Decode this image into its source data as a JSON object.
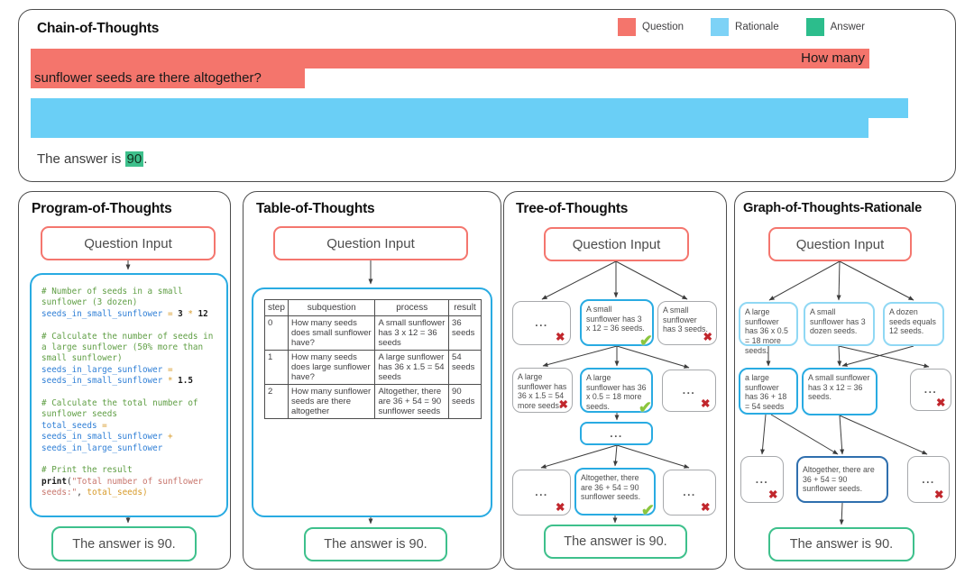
{
  "colors": {
    "question_red": "#f4756c",
    "rationale_blue": "#6acff6",
    "answer_green": "#3ec08c",
    "node_blue": "#29abe2",
    "node_light_blue": "#90d8f4",
    "node_dark_blue": "#2f6fae",
    "node_gray": "#a7a9ac",
    "cross_red": "#c1272d",
    "check_green": "#8cc63f"
  },
  "icons": {
    "cross": "✖",
    "check": "✔"
  },
  "cot": {
    "title": "Chain-of-Thoughts",
    "legend": {
      "question": "Question",
      "rationale": "Rationale",
      "answer": "Answer"
    },
    "q1": "How many",
    "q2": "sunflower seeds are there altogether?",
    "answer_prefix": "The answer is ",
    "answer_value": "90",
    "answer_period": "."
  },
  "pot": {
    "title": "Program-of-Thoughts",
    "question_input": "Question Input",
    "answer": "The answer is 90.",
    "code": [
      [
        {
          "t": "# Number of seeds in a small"
        }
      ],
      [
        {
          "t": "sunflower (3 dozen)"
        }
      ],
      [
        {
          "t": "seeds_in_small_sunflower "
        },
        {
          "t": "= "
        },
        {
          "t": "3 "
        },
        {
          "t": "* "
        },
        {
          "t": "12"
        }
      ],
      [],
      [
        {
          "t": "# Calculate the number of seeds in"
        }
      ],
      [
        {
          "t": "a large sunflower (50% more than"
        }
      ],
      [
        {
          "t": "small sunflower)"
        }
      ],
      [
        {
          "t": "seeds_in_large_sunflower "
        },
        {
          "t": "="
        }
      ],
      [
        {
          "t": "seeds_in_small_sunflower "
        },
        {
          "t": "* "
        },
        {
          "t": "1.5"
        }
      ],
      [],
      [
        {
          "t": "# Calculate the total number of"
        }
      ],
      [
        {
          "t": "sunflower seeds"
        }
      ],
      [
        {
          "t": "total_seeds "
        },
        {
          "t": "="
        }
      ],
      [
        {
          "t": "seeds_in_small_sunflower "
        },
        {
          "t": "+"
        }
      ],
      [
        {
          "t": "seeds_in_large_sunflower"
        }
      ],
      [],
      [
        {
          "t": "# Print the result"
        }
      ],
      [
        {
          "t": "print"
        },
        {
          "t": "("
        },
        {
          "t": "\"Total number of sunflower"
        }
      ],
      [
        {
          "t": "seeds:\""
        },
        {
          "t": ", "
        },
        {
          "t": "total_seeds"
        },
        {
          "t": ")"
        }
      ]
    ]
  },
  "table_panel": {
    "title": "Table-of-Thoughts",
    "question_input": "Question Input",
    "answer": "The answer is 90.",
    "table": {
      "headers": [
        "step",
        "subquestion",
        "process",
        "result"
      ],
      "rows": [
        [
          "0",
          "How many seeds does small sunflower have?",
          "A small sunflower has 3 x 12 = 36 seeds",
          "36 seeds"
        ],
        [
          "1",
          "How many seeds does large sunflower have?",
          "A large sunflower has 36 x 1.5 = 54 seeds",
          "54 seeds"
        ],
        [
          "2",
          "How many sunflower seeds are there altogether",
          "Altogether, there are 36 + 54 = 90 sunflower seeds",
          "90 seeds"
        ]
      ]
    }
  },
  "tree_panel": {
    "title": "Tree-of-Thoughts",
    "question_input": "Question Input",
    "answer": "The answer is 90.",
    "r1": [
      "...",
      "A small sunflower has 3 x 12 = 36 seeds.",
      "A small sunflower has 3 seeds."
    ],
    "r2": [
      "A large sunflower has 36 x 1.5 = 54 more seeds.",
      "A large sunflower has 36 x 0.5 = 18 more seeds.",
      "..."
    ],
    "dots": "...",
    "r3": [
      "...",
      "Altogether, there are 36 + 54 = 90 sunflower seeds.",
      "..."
    ]
  },
  "graph_panel": {
    "title": "Graph-of-Thoughts-Rationale",
    "question_input": "Question Input",
    "answer": "The answer is 90.",
    "r1": [
      "A large sunflower has 36 x 0.5 = 18 more seeds.",
      "A small sunflower has 3 dozen seeds.",
      "A dozen seeds equals 12 seeds."
    ],
    "r2": [
      "a large sunflower has 36 + 18 = 54 seeds",
      "A small sunflower has 3 x 12 = 36 seeds.",
      "..."
    ],
    "r3": [
      "...",
      "Altogether, there are 36 + 54 = 90 sunflower seeds.",
      "..."
    ]
  }
}
